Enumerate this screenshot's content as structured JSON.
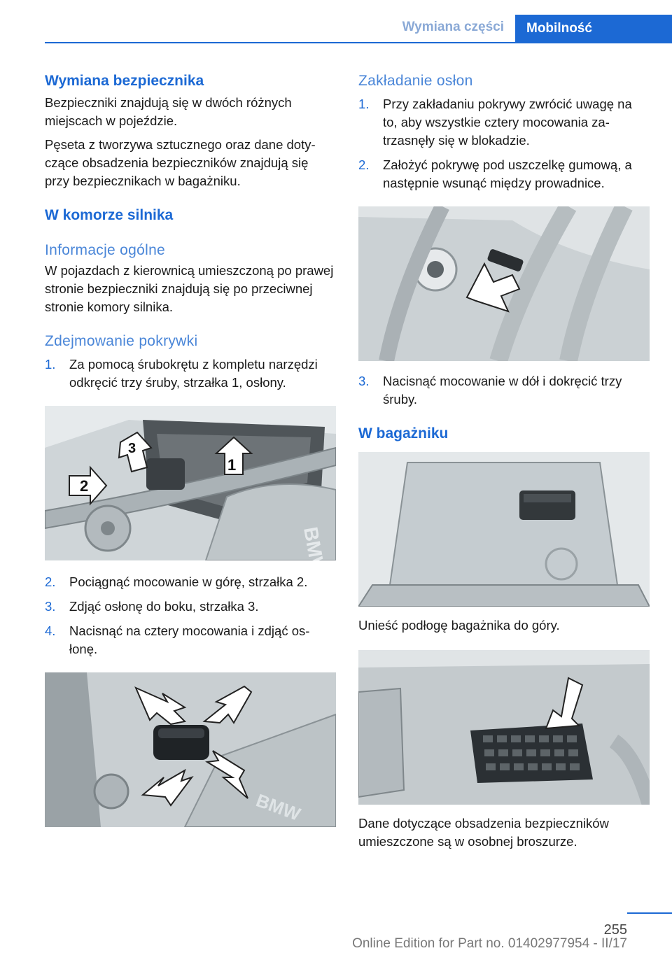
{
  "header": {
    "section": "Wymiana części",
    "chapter": "Mobilność"
  },
  "left": {
    "h_fuse": "Wymiana bezpiecznika",
    "p_fuse1": "Bezpieczniki znajdują się w dwóch różnych miejscach w pojeździe.",
    "p_fuse2": "Pęseta z tworzywa sztucznego oraz dane doty‐czące obsadzenia bezpieczników znajdują się przy bezpiecznikach w bagażniku.",
    "h_engine": "W komorze silnika",
    "h_general": "Informacje ogólne",
    "p_general": "W pojazdach z kierownicą umieszczoną po prawej stronie bezpieczniki znajdują się po przeciwnej stronie komory silnika.",
    "h_remove": "Zdejmowanie pokrywki",
    "steps1": [
      {
        "num": "1.",
        "text": "Za pomocą śrubokrętu z kompletu narzędzi odkręcić trzy śruby, strzałka 1, osłony."
      }
    ],
    "fig1_labels": [
      "1",
      "2",
      "3"
    ],
    "fig1_brand": "BMW",
    "steps2": [
      {
        "num": "2.",
        "text": "Pociągnąć mocowanie w górę, strzałka 2."
      },
      {
        "num": "3.",
        "text": "Zdjąć osłonę do boku, strzałka 3."
      },
      {
        "num": "4.",
        "text": "Nacisnąć na cztery mocowania i zdjąć os‐łonę."
      }
    ],
    "fig2_brand": "BMW"
  },
  "right": {
    "h_install": "Zakładanie osłon",
    "steps1": [
      {
        "num": "1.",
        "text": "Przy zakładaniu pokrywy zwrócić uwagę na to, aby wszystkie cztery mocowania za‐trzasnęły się w blokadzie."
      },
      {
        "num": "2.",
        "text": "Założyć pokrywę pod uszczelkę gumową, a następnie wsunąć między prowadnice."
      }
    ],
    "steps2": [
      {
        "num": "3.",
        "text": "Nacisnąć mocowanie w dół i dokręcić trzy śruby."
      }
    ],
    "h_trunk": "W bagażniku",
    "p_lift": "Unieść podłogę bagażnika do góry.",
    "p_data": "Dane dotyczące obsadzenia bezpieczników umieszczone są w osobnej broszurze."
  },
  "footer": {
    "page": "255",
    "edition": "Online Edition for Part no. 01402977954 - II/17"
  }
}
